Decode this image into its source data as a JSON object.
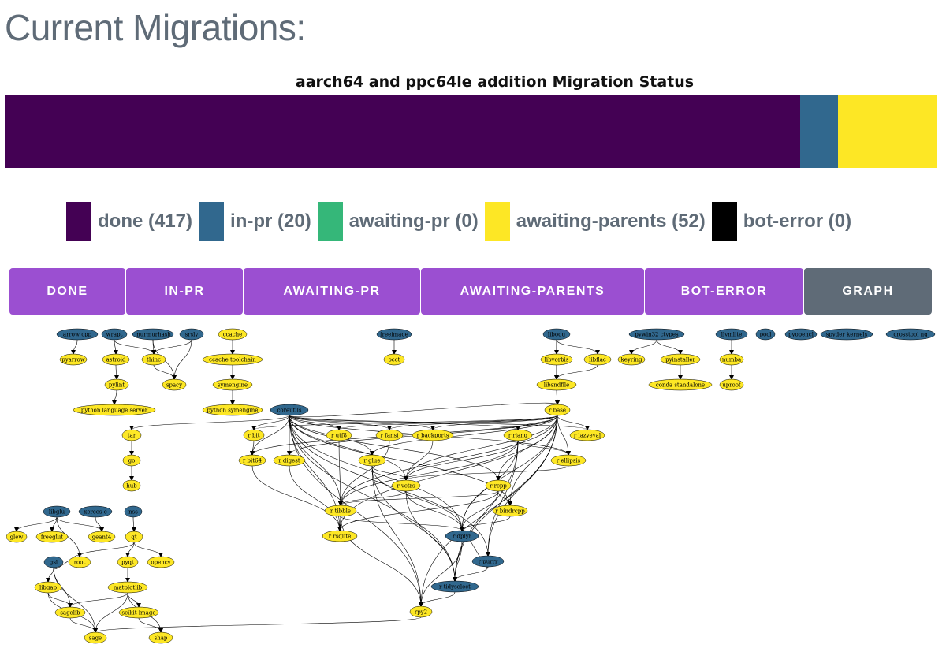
{
  "page": {
    "title": "Current Migrations:"
  },
  "migration": {
    "chart_title": "aarch64 and ppc64le addition Migration Status",
    "segments": [
      {
        "status": "done",
        "count": 417,
        "color": "#440154"
      },
      {
        "status": "in-pr",
        "count": 20,
        "color": "#31688e"
      },
      {
        "status": "awaiting-pr",
        "count": 0,
        "color": "#35b779"
      },
      {
        "status": "awaiting-parents",
        "count": 52,
        "color": "#fde725"
      },
      {
        "status": "bot-error",
        "count": 0,
        "color": "#000000"
      }
    ],
    "legend": [
      {
        "label": "done (417)",
        "color": "#440154"
      },
      {
        "label": "in-pr (20)",
        "color": "#31688e"
      },
      {
        "label": "awaiting-pr (0)",
        "color": "#35b779"
      },
      {
        "label": "awaiting-parents (52)",
        "color": "#fde725"
      },
      {
        "label": "bot-error (0)",
        "color": "#000000"
      }
    ]
  },
  "tabs": [
    {
      "label": "DONE",
      "color": "#9b4fd1"
    },
    {
      "label": "IN-PR",
      "color": "#9b4fd1"
    },
    {
      "label": "AWAITING-PR",
      "color": "#9b4fd1"
    },
    {
      "label": "AWAITING-PARENTS",
      "color": "#9b4fd1"
    },
    {
      "label": "BOT-ERROR",
      "color": "#9b4fd1"
    },
    {
      "label": "GRAPH",
      "color": "#5f6b77"
    }
  ],
  "graph": {
    "colors": {
      "in_pr": "#31688e",
      "awaiting_parents": "#fde725"
    },
    "nodes": [
      {
        "id": "arrow cpp",
        "status": "in-pr"
      },
      {
        "id": "wrapt",
        "status": "in-pr"
      },
      {
        "id": "murmurhash",
        "status": "in-pr"
      },
      {
        "id": "srsly",
        "status": "in-pr"
      },
      {
        "id": "ccache",
        "status": "awaiting-parents"
      },
      {
        "id": "pyarrow",
        "status": "awaiting-parents"
      },
      {
        "id": "astroid",
        "status": "awaiting-parents"
      },
      {
        "id": "thinc",
        "status": "awaiting-parents"
      },
      {
        "id": "ccache toolchain",
        "status": "awaiting-parents"
      },
      {
        "id": "pylint",
        "status": "awaiting-parents"
      },
      {
        "id": "spacy",
        "status": "awaiting-parents"
      },
      {
        "id": "symengine",
        "status": "awaiting-parents"
      },
      {
        "id": "python language server",
        "status": "awaiting-parents"
      },
      {
        "id": "python symengine",
        "status": "awaiting-parents"
      },
      {
        "id": "freeimage",
        "status": "in-pr"
      },
      {
        "id": "occt",
        "status": "awaiting-parents"
      },
      {
        "id": "libogg",
        "status": "in-pr"
      },
      {
        "id": "libvorbis",
        "status": "awaiting-parents"
      },
      {
        "id": "libflac",
        "status": "awaiting-parents"
      },
      {
        "id": "libsndfile",
        "status": "awaiting-parents"
      },
      {
        "id": "pywin32 ctypes",
        "status": "in-pr"
      },
      {
        "id": "keyring",
        "status": "awaiting-parents"
      },
      {
        "id": "pyinstaller",
        "status": "awaiting-parents"
      },
      {
        "id": "conda standalone",
        "status": "awaiting-parents"
      },
      {
        "id": "llvmlite",
        "status": "in-pr"
      },
      {
        "id": "numba",
        "status": "awaiting-parents"
      },
      {
        "id": "uproot",
        "status": "awaiting-parents"
      },
      {
        "id": "pocl",
        "status": "in-pr"
      },
      {
        "id": "pyopencl",
        "status": "in-pr"
      },
      {
        "id": "spyder kernels",
        "status": "in-pr"
      },
      {
        "id": "crosstool ng",
        "status": "in-pr"
      },
      {
        "id": "coreutils",
        "status": "in-pr"
      },
      {
        "id": "r base",
        "status": "awaiting-parents"
      },
      {
        "id": "tar",
        "status": "awaiting-parents"
      },
      {
        "id": "go",
        "status": "awaiting-parents"
      },
      {
        "id": "hub",
        "status": "awaiting-parents"
      },
      {
        "id": "r bit",
        "status": "awaiting-parents"
      },
      {
        "id": "r utf8",
        "status": "awaiting-parents"
      },
      {
        "id": "r fansi",
        "status": "awaiting-parents"
      },
      {
        "id": "r backports",
        "status": "awaiting-parents"
      },
      {
        "id": "r rlang",
        "status": "awaiting-parents"
      },
      {
        "id": "r lazyeval",
        "status": "awaiting-parents"
      },
      {
        "id": "r bit64",
        "status": "awaiting-parents"
      },
      {
        "id": "r digest",
        "status": "awaiting-parents"
      },
      {
        "id": "r glue",
        "status": "awaiting-parents"
      },
      {
        "id": "r ellipsis",
        "status": "awaiting-parents"
      },
      {
        "id": "r vctrs",
        "status": "awaiting-parents"
      },
      {
        "id": "r rcpp",
        "status": "awaiting-parents"
      },
      {
        "id": "r tibble",
        "status": "awaiting-parents"
      },
      {
        "id": "r bindrcpp",
        "status": "awaiting-parents"
      },
      {
        "id": "r rsqlite",
        "status": "awaiting-parents"
      },
      {
        "id": "r dplyr",
        "status": "in-pr"
      },
      {
        "id": "r purrr",
        "status": "in-pr"
      },
      {
        "id": "r tidyselect",
        "status": "in-pr"
      },
      {
        "id": "rpy2",
        "status": "awaiting-parents"
      },
      {
        "id": "libglu",
        "status": "in-pr"
      },
      {
        "id": "xerces c",
        "status": "in-pr"
      },
      {
        "id": "nss",
        "status": "in-pr"
      },
      {
        "id": "glew",
        "status": "awaiting-parents"
      },
      {
        "id": "freeglut",
        "status": "awaiting-parents"
      },
      {
        "id": "geant4",
        "status": "awaiting-parents"
      },
      {
        "id": "qt",
        "status": "awaiting-parents"
      },
      {
        "id": "gsl",
        "status": "in-pr"
      },
      {
        "id": "root",
        "status": "awaiting-parents"
      },
      {
        "id": "pyqt",
        "status": "awaiting-parents"
      },
      {
        "id": "opencv",
        "status": "awaiting-parents"
      },
      {
        "id": "libgap",
        "status": "awaiting-parents"
      },
      {
        "id": "matplotlib",
        "status": "awaiting-parents"
      },
      {
        "id": "sagelib",
        "status": "awaiting-parents"
      },
      {
        "id": "scikit image",
        "status": "awaiting-parents"
      },
      {
        "id": "sage",
        "status": "awaiting-parents"
      },
      {
        "id": "shap",
        "status": "awaiting-parents"
      }
    ],
    "edges": [
      [
        "arrow cpp",
        "pyarrow"
      ],
      [
        "wrapt",
        "astroid"
      ],
      [
        "wrapt",
        "thinc"
      ],
      [
        "murmurhash",
        "thinc"
      ],
      [
        "murmurhash",
        "spacy"
      ],
      [
        "srsly",
        "thinc"
      ],
      [
        "srsly",
        "spacy"
      ],
      [
        "astroid",
        "pylint"
      ],
      [
        "pylint",
        "python language server"
      ],
      [
        "thinc",
        "spacy"
      ],
      [
        "ccache",
        "ccache toolchain"
      ],
      [
        "ccache toolchain",
        "symengine"
      ],
      [
        "symengine",
        "python symengine"
      ],
      [
        "freeimage",
        "occt"
      ],
      [
        "libogg",
        "libvorbis"
      ],
      [
        "libogg",
        "libflac"
      ],
      [
        "libogg",
        "libsndfile"
      ],
      [
        "libvorbis",
        "libsndfile"
      ],
      [
        "libflac",
        "libsndfile"
      ],
      [
        "libsndfile",
        "r base"
      ],
      [
        "pywin32 ctypes",
        "keyring"
      ],
      [
        "pywin32 ctypes",
        "pyinstaller"
      ],
      [
        "pyinstaller",
        "conda standalone"
      ],
      [
        "llvmlite",
        "numba"
      ],
      [
        "numba",
        "uproot"
      ],
      [
        "coreutils",
        "r base"
      ],
      [
        "coreutils",
        "tar"
      ],
      [
        "tar",
        "go"
      ],
      [
        "go",
        "hub"
      ],
      [
        "coreutils",
        "r bit"
      ],
      [
        "coreutils",
        "r bit64"
      ],
      [
        "coreutils",
        "r digest"
      ],
      [
        "coreutils",
        "r utf8"
      ],
      [
        "coreutils",
        "r fansi"
      ],
      [
        "coreutils",
        "r backports"
      ],
      [
        "coreutils",
        "r rlang"
      ],
      [
        "coreutils",
        "r glue"
      ],
      [
        "coreutils",
        "r lazyeval"
      ],
      [
        "coreutils",
        "r ellipsis"
      ],
      [
        "coreutils",
        "r vctrs"
      ],
      [
        "coreutils",
        "r rcpp"
      ],
      [
        "coreutils",
        "r tibble"
      ],
      [
        "coreutils",
        "r rsqlite"
      ],
      [
        "coreutils",
        "r dplyr"
      ],
      [
        "coreutils",
        "r purrr"
      ],
      [
        "coreutils",
        "r tidyselect"
      ],
      [
        "coreutils",
        "rpy2"
      ],
      [
        "coreutils",
        "r bindrcpp"
      ],
      [
        "r base",
        "r bit"
      ],
      [
        "r base",
        "r bit64"
      ],
      [
        "r base",
        "r digest"
      ],
      [
        "r base",
        "r utf8"
      ],
      [
        "r base",
        "r fansi"
      ],
      [
        "r base",
        "r backports"
      ],
      [
        "r base",
        "r rlang"
      ],
      [
        "r base",
        "r lazyeval"
      ],
      [
        "r base",
        "r glue"
      ],
      [
        "r base",
        "r ellipsis"
      ],
      [
        "r base",
        "r vctrs"
      ],
      [
        "r base",
        "r rcpp"
      ],
      [
        "r base",
        "r tibble"
      ],
      [
        "r base",
        "r bindrcpp"
      ],
      [
        "r base",
        "r rsqlite"
      ],
      [
        "r base",
        "r dplyr"
      ],
      [
        "r base",
        "r purrr"
      ],
      [
        "r base",
        "r tidyselect"
      ],
      [
        "r base",
        "rpy2"
      ],
      [
        "r bit",
        "r bit64"
      ],
      [
        "r bit64",
        "r rsqlite"
      ],
      [
        "r digest",
        "r rsqlite"
      ],
      [
        "r utf8",
        "r tibble"
      ],
      [
        "r fansi",
        "r tibble"
      ],
      [
        "r backports",
        "r vctrs"
      ],
      [
        "r rlang",
        "r ellipsis"
      ],
      [
        "r rlang",
        "r vctrs"
      ],
      [
        "r rlang",
        "r tibble"
      ],
      [
        "r rlang",
        "r dplyr"
      ],
      [
        "r rlang",
        "r purrr"
      ],
      [
        "r rlang",
        "r tidyselect"
      ],
      [
        "r glue",
        "r vctrs"
      ],
      [
        "r glue",
        "r dplyr"
      ],
      [
        "r glue",
        "r tidyselect"
      ],
      [
        "r ellipsis",
        "r vctrs"
      ],
      [
        "r vctrs",
        "r tibble"
      ],
      [
        "r vctrs",
        "r dplyr"
      ],
      [
        "r vctrs",
        "r tidyselect"
      ],
      [
        "r rcpp",
        "r bindrcpp"
      ],
      [
        "r rcpp",
        "r rsqlite"
      ],
      [
        "r rcpp",
        "r dplyr"
      ],
      [
        "r rcpp",
        "r tibble"
      ],
      [
        "r bindrcpp",
        "r dplyr"
      ],
      [
        "r tibble",
        "r dplyr"
      ],
      [
        "r tibble",
        "r rsqlite"
      ],
      [
        "r dplyr",
        "r tidyselect"
      ],
      [
        "r purrr",
        "r tidyselect"
      ],
      [
        "r purrr",
        "r dplyr"
      ],
      [
        "r tidyselect",
        "rpy2"
      ],
      [
        "r dplyr",
        "rpy2"
      ],
      [
        "r tibble",
        "rpy2"
      ],
      [
        "r glue",
        "rpy2"
      ],
      [
        "libglu",
        "glew"
      ],
      [
        "libglu",
        "freeglut"
      ],
      [
        "libglu",
        "geant4"
      ],
      [
        "libglu",
        "root"
      ],
      [
        "xerces c",
        "geant4"
      ],
      [
        "nss",
        "qt"
      ],
      [
        "qt",
        "root"
      ],
      [
        "qt",
        "pyqt"
      ],
      [
        "qt",
        "opencv"
      ],
      [
        "gsl",
        "root"
      ],
      [
        "gsl",
        "libgap"
      ],
      [
        "gsl",
        "sagelib"
      ],
      [
        "gsl",
        "sage"
      ],
      [
        "pyqt",
        "matplotlib"
      ],
      [
        "matplotlib",
        "sagelib"
      ],
      [
        "matplotlib",
        "scikit image"
      ],
      [
        "matplotlib",
        "shap"
      ],
      [
        "matplotlib",
        "sage"
      ],
      [
        "libgap",
        "sagelib"
      ],
      [
        "libgap",
        "sage"
      ],
      [
        "sagelib",
        "sage"
      ],
      [
        "scikit image",
        "shap"
      ],
      [
        "rpy2",
        "sage"
      ]
    ]
  }
}
